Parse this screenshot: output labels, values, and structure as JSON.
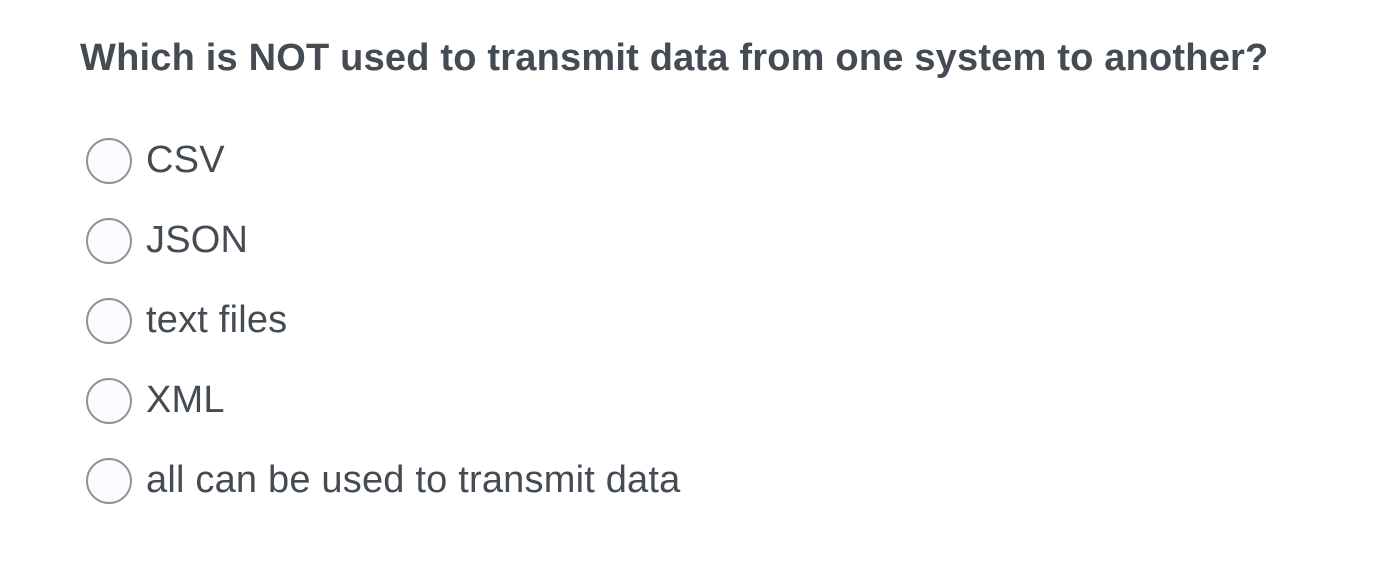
{
  "question": {
    "text": "Which is NOT used to transmit data from one system to another?",
    "options": [
      {
        "label": "CSV",
        "selected": false
      },
      {
        "label": "JSON",
        "selected": false
      },
      {
        "label": "text files",
        "selected": false
      },
      {
        "label": "XML",
        "selected": false
      },
      {
        "label": "all can be used to transmit data",
        "selected": false
      }
    ]
  },
  "colors": {
    "background": "#ffffff",
    "text": "#454b52",
    "radio_border": "#8e9298",
    "radio_fill": "#fafbfe"
  }
}
